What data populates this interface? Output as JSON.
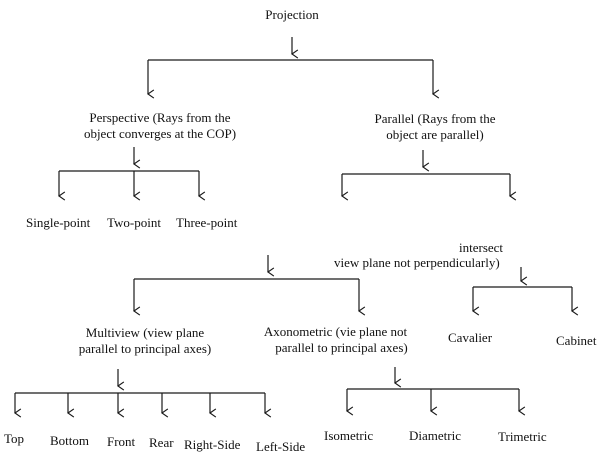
{
  "nodes": {
    "projection": "Projection",
    "perspective_l1": "Perspective (Rays from the",
    "perspective_l2": "object converges at the COP)",
    "parallel_l1": "Parallel (Rays from the",
    "parallel_l2": "object are parallel)",
    "single_point": "Single-point",
    "two_point": "Two-point",
    "three_point": "Three-point",
    "oblique_l1": "intersect",
    "oblique_l2": "view plane not perpendicularly)",
    "multiview_l1": "Multiview (view plane",
    "multiview_l2": "parallel to principal axes)",
    "axonometric_l1": "Axonometric (vie plane not",
    "axonometric_l2": "parallel to principal axes)",
    "cavalier": "Cavalier",
    "cabinet": "Cabinet",
    "top": "Top",
    "bottom": "Bottom",
    "front": "Front",
    "rear": "Rear",
    "right_side": "Right-Side",
    "left_side": "Left-Side",
    "isometric": "Isometric",
    "diametric": "Diametric",
    "trimetric": "Trimetric"
  },
  "colors": {
    "line": "#1a1a1a",
    "text": "#111111"
  }
}
